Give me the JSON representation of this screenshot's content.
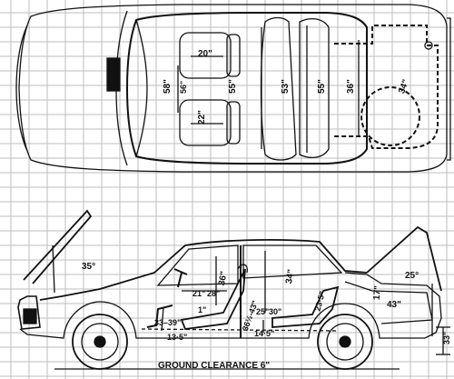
{
  "top_view": {
    "dims": {
      "seat_width_front": "20\"",
      "seat_width_rear": "22\"",
      "shoulder_front": "58\"",
      "mid_56": "56\"",
      "shoulder_rear_55": "55\"",
      "interior_53": "53\"",
      "rear_55": "55\"",
      "trunk_36": "36\"",
      "trunk_34": "34\""
    }
  },
  "side_view": {
    "dims": {
      "hood_35": "35°",
      "trunk_25": "25°",
      "head_36": "36\"",
      "head_34": "34\"",
      "legroom_21": "21\"",
      "legroom_28": "28\"",
      "seat_1": "1\"",
      "pedal_33_39": "33–39\"",
      "floor_13_5": "13·5\"",
      "rear_36_43": "36½-43\"",
      "rear_25": "25\"",
      "rear_30": "30\"",
      "rear_14_5": "14·5\"",
      "rear_23_5": "23·5\"",
      "trunk_17": "17\"",
      "trunk_43": "43\"",
      "height_33": "33\""
    }
  },
  "caption": {
    "ground_clearance": "GROUND CLEARANCE 6\""
  }
}
